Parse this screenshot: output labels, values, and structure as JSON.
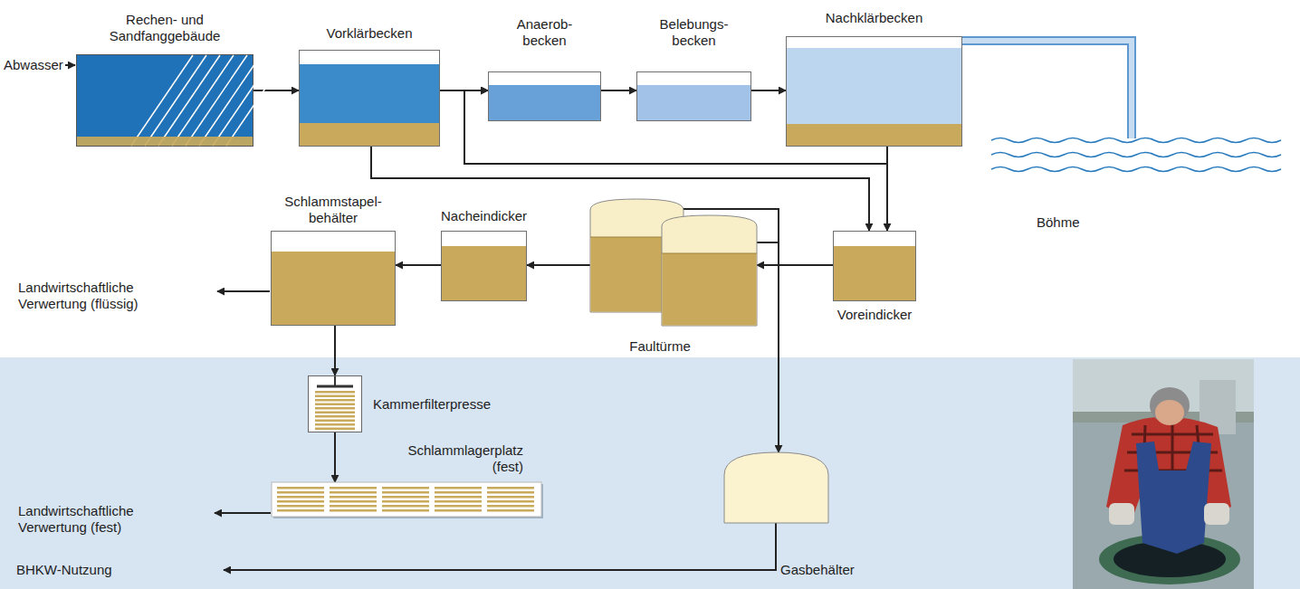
{
  "diagram": {
    "nodes": [
      {
        "text": [
          "Rechen- und Sandfanggebäude"
        ]
      },
      {
        "text": [
          "Vorklärbecken"
        ]
      },
      {
        "text": [
          "Anaerob- becken"
        ]
      },
      {
        "text": [
          "Belebungs- becken"
        ]
      },
      {
        "text": [
          "Nachklärbecken"
        ]
      },
      {
        "text": [
          "Böhme"
        ]
      },
      {
        "text": [
          "Voreindicker"
        ]
      },
      {
        "text": [
          "Faultürme"
        ]
      },
      {
        "text": [
          "Nacheindicker"
        ]
      },
      {
        "text": [
          "Schlammstapel- behälter"
        ]
      },
      {
        "text": [
          "Kammerfilterpresse"
        ]
      },
      {
        "text": [
          "Schlammlagerplatz (fest)"
        ]
      },
      {
        "text": [
          "Gasbehälter"
        ]
      }
    ],
    "edges": [
      {
        "from": 0,
        "to": 1,
        "arrow": "to"
      },
      {
        "from": 1,
        "to": 2,
        "arrow": "to"
      },
      {
        "from": 2,
        "to": 3,
        "arrow": "to"
      },
      {
        "from": 3,
        "to": 4,
        "arrow": "to"
      },
      {
        "from": 4,
        "to": 5,
        "arrow": "none"
      },
      {
        "from": 4,
        "to": 2,
        "arrow": "to"
      },
      {
        "from": 4,
        "to": 6,
        "arrow": "to"
      },
      {
        "from": 1,
        "to": 6,
        "arrow": "to"
      },
      {
        "from": 6,
        "to": 7,
        "arrow": "to"
      },
      {
        "from": 7,
        "to": 8,
        "arrow": "to"
      },
      {
        "from": 8,
        "to": 9,
        "arrow": "to"
      },
      {
        "from": 9,
        "to": 10,
        "arrow": "to"
      },
      {
        "from": 10,
        "to": 11,
        "arrow": "to"
      },
      {
        "from": 7,
        "to": 12,
        "arrow": "to"
      }
    ],
    "labels": [
      "Abwasser",
      "Landwirtschaftliche Verwertung (flüssig)",
      "Landwirtschaftliche Verwertung (fest)",
      "BHKW-Nutzung"
    ]
  }
}
